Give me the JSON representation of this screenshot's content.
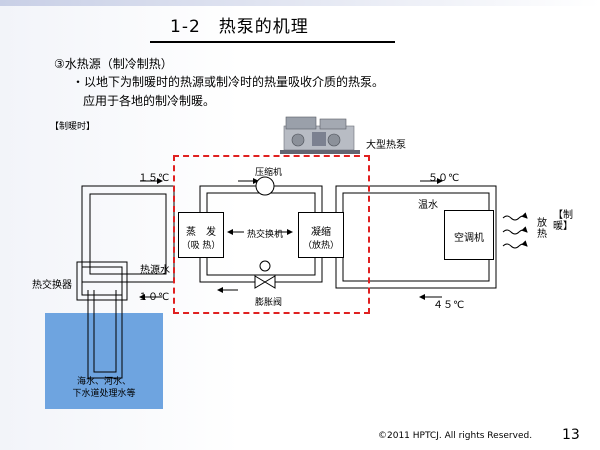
{
  "slide": {
    "section": "1-2",
    "title": "热泵的机理",
    "subheading": "③水热源（制冷制热）",
    "bullet_line1": "・以地下为制暖时的热源或制冷时的热量吸收介质的热泵。",
    "bullet_line2": "应用于各地的制冷制暖。",
    "mode_label": "【制暖时】",
    "page_number": "13",
    "footer": "©2011 HPTCJ. All rights Reserved."
  },
  "diagram": {
    "temp_15": "１５℃",
    "temp_10": "１０℃",
    "temp_50": "５０℃",
    "temp_45": "４５℃",
    "heat_source_water": "热源水",
    "warm_water": "温水",
    "heat_exchanger": "热交换器",
    "compressor": "压缩机",
    "evaporator_label": "蒸　发",
    "evaporator_sub": "（吸 热）",
    "condenser_label": "凝缩",
    "condenser_sub": "（放热）",
    "inner_heat_exchanger": "热交换机",
    "expansion_valve": "膨胀阀",
    "aircon": "空调机",
    "heat_release": "放热",
    "heating_bracket": "【制暖】",
    "large_heat_pump": "大型热泵",
    "water_sources": [
      "海水、河水、",
      "下水道处理水等"
    ]
  },
  "colors": {
    "dashed_border": "#e02020",
    "water_fill": "#6ea4e0"
  }
}
